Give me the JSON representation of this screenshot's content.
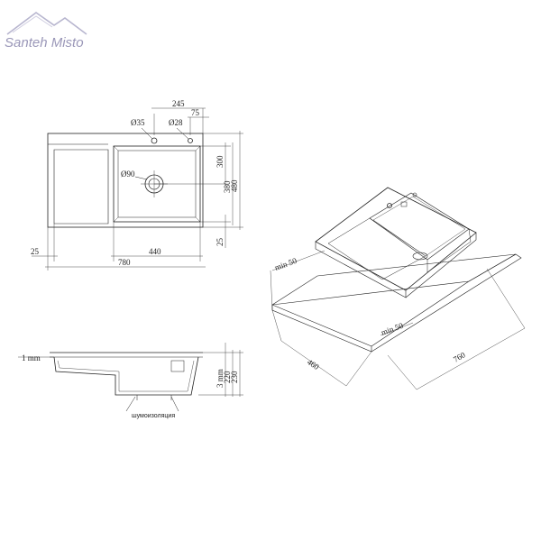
{
  "brand": {
    "name": "Santeh Misto",
    "accent_color": "#9a97b8"
  },
  "top_view": {
    "d_35": "Ø35",
    "d_28": "Ø28",
    "d_90": "Ø90",
    "dim_245": "245",
    "dim_75": "75",
    "dim_300": "300",
    "dim_380": "380",
    "dim_480": "480",
    "dim_25_right": "25",
    "dim_25_left": "25",
    "dim_440": "440",
    "dim_780": "780"
  },
  "side_view": {
    "dim_1mm": "1 mm",
    "dim_3mm": "3 mm",
    "dim_220": "220",
    "dim_230": "230",
    "insulation_label": "шумоизоляция"
  },
  "install_view": {
    "min_50_top": "min 50",
    "min_50_bottom": "min 50",
    "dim_460": "460",
    "dim_760": "760"
  }
}
